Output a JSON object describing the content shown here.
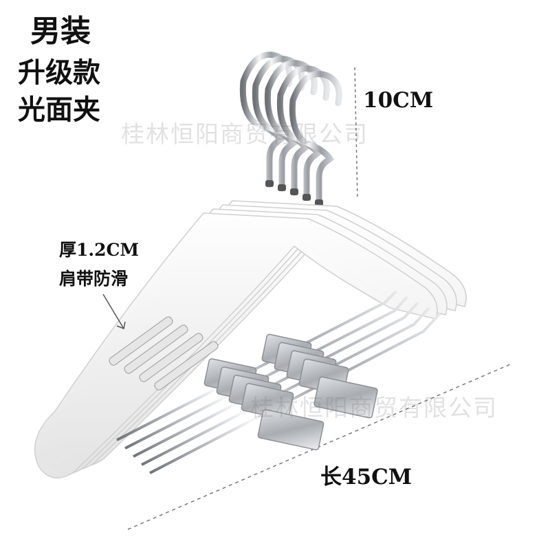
{
  "product": {
    "title_lines": [
      "男装",
      "升级款",
      "光面夹"
    ]
  },
  "dimensions": {
    "hook_height": "10CM",
    "shoulder_thickness": "厚1.2CM",
    "shoulder_grip": "肩带防滑",
    "length": "长45CM"
  },
  "watermarks": [
    "桂林恒阳商贸有限公司",
    "桂林恒阳商贸有限公司"
  ],
  "colors": {
    "hanger_body": "#f4f4f4",
    "chrome": "#b9bcbf",
    "text": "#111111"
  }
}
